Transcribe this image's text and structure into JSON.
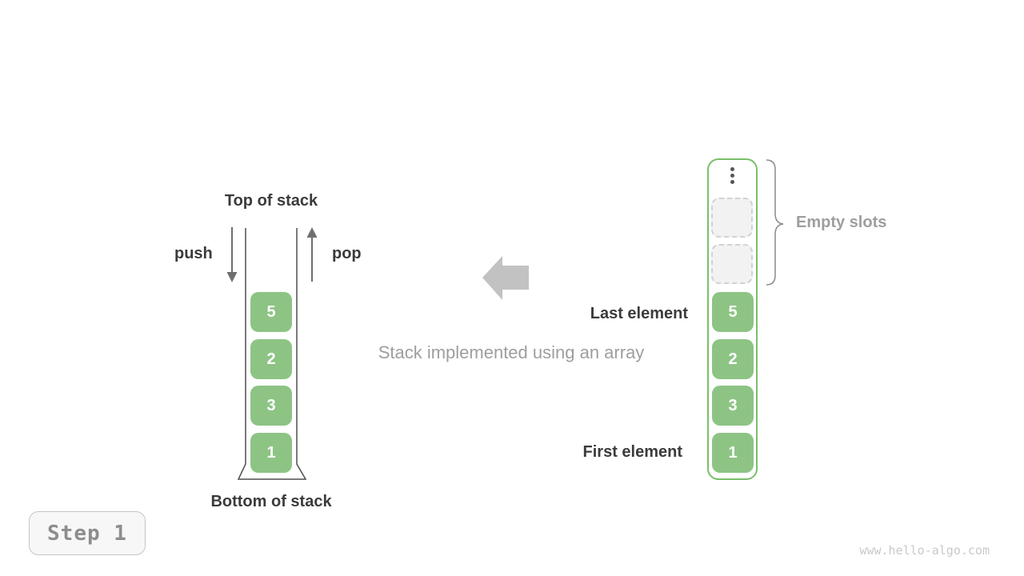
{
  "colors": {
    "box_green": "#8dc484",
    "container_green": "#7abf69",
    "slot_bg": "#f2f2f2",
    "slot_border": "#d2d2d2",
    "dark_text": "#3b3b3b",
    "gray_text": "#9e9e9e",
    "wall_gray": "#4f4f4f",
    "arrow_gray": "#6f6f6f",
    "dot_gray": "#555555",
    "block_arrow": "#c2c2c2",
    "brace_gray": "#8a8a8a",
    "badge_border": "#c6c6c6",
    "badge_bg": "#f7f7f7",
    "badge_text": "#8d8d8d",
    "watermark": "#c9c9c9"
  },
  "stack_diagram": {
    "top_label": "Top of stack",
    "bottom_label": "Bottom of stack",
    "push_label": "push",
    "pop_label": "pop",
    "values": [
      "5",
      "2",
      "3",
      "1"
    ]
  },
  "caption": "Stack implemented using an array",
  "array_diagram": {
    "values": [
      "5",
      "2",
      "3",
      "1"
    ],
    "empty_slots_label": "Empty slots",
    "last_element_label": "Last element",
    "first_element_label": "First element"
  },
  "footer": {
    "step_label": "Step 1",
    "watermark": "www.hello-algo.com"
  }
}
